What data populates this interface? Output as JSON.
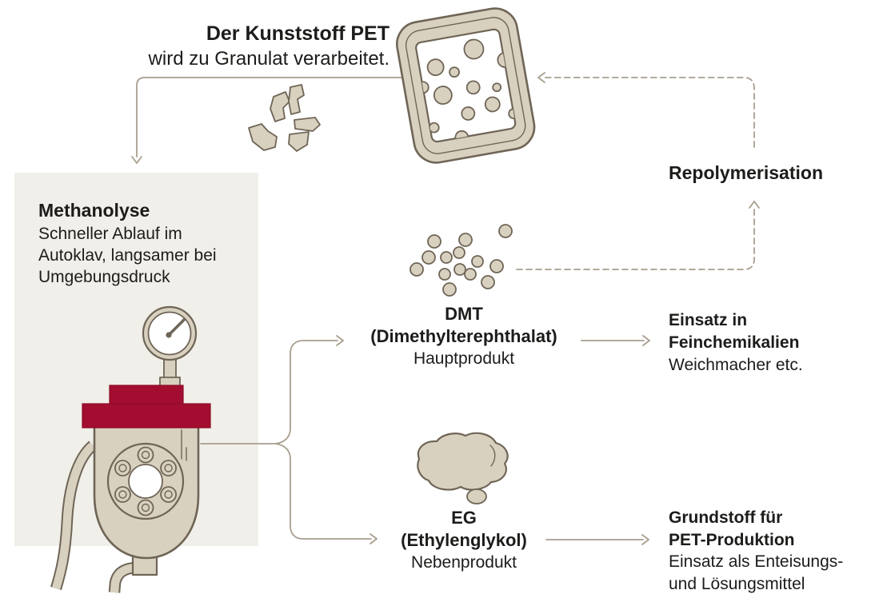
{
  "colors": {
    "box": "#f0efe9",
    "beige": "#d9d1bf",
    "outline": "#6f6557",
    "line": "#a89e8f",
    "red": "#a30d2f",
    "reddark": "#8d0a27",
    "text": "#1d1c1a",
    "white": "#ffffff"
  },
  "top": {
    "line1": "Der Kunststoff PET",
    "line2": "wird zu Granulat verarbeitet."
  },
  "methanolysis": {
    "heading": "Methanolyse",
    "desc1": "Schneller Ablauf im",
    "desc2": "Autoklav, langsamer bei",
    "desc3": "Umgebungsdruck"
  },
  "repolymerisation": {
    "label": "Repolymerisation"
  },
  "dmt": {
    "abbr": "DMT",
    "full": "(Dimethylterephthalat)",
    "role": "Hauptprodukt"
  },
  "dmt_use": {
    "line1": "Einsatz in",
    "line2": "Feinchemikalien",
    "note": "Weichmacher etc."
  },
  "eg": {
    "abbr": "EG",
    "full": "(Ethylenglykol)",
    "role": "Nebenprodukt"
  },
  "eg_use": {
    "line1": "Grundstoff für",
    "line2": "PET-Produktion",
    "note1": "Einsatz als Enteisungs-",
    "note2": "und Lösungsmittel"
  },
  "icons": {
    "pet_tray": "pet-granulate-tray-icon",
    "flakes": "plastic-flakes-icon",
    "autoclave": "autoclave-icon",
    "gauge": "pressure-gauge-icon",
    "dmt_granules": "dmt-granules-icon",
    "eg_puddle": "eg-puddle-icon"
  }
}
